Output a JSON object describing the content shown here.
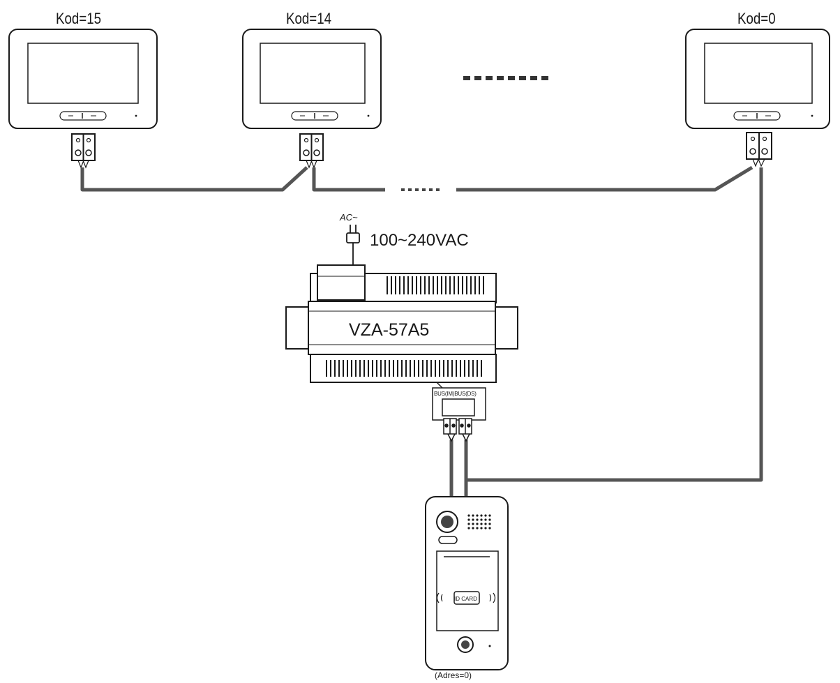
{
  "monitors": [
    {
      "code_label": "Kod=15"
    },
    {
      "code_label": "Kod=14"
    },
    {
      "code_label": "Kod=0"
    }
  ],
  "power": {
    "ac_label": "AC~",
    "voltage_label": "100~240VAC"
  },
  "distributor": {
    "model_label": "VZA-57A5",
    "bus_label": "BUS(IM)BUS(DS)"
  },
  "door_station": {
    "card_label": "ID CARD",
    "address_label": "(Adres=0)"
  },
  "colors": {
    "line": "#1a1a1a",
    "cable": "#555555",
    "panel_fill": "#ffffff",
    "lens": "#444444"
  }
}
